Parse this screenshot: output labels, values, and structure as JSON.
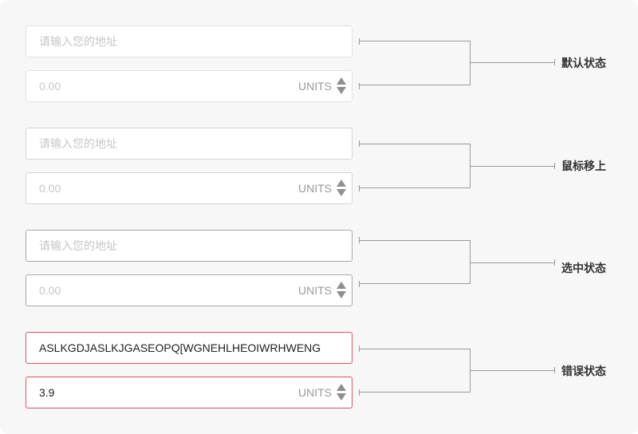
{
  "groups": [
    {
      "state_label": "默认状态",
      "text_field": {
        "placeholder": "请输入您的地址",
        "value": ""
      },
      "number_field": {
        "placeholder": "0.00",
        "value": "",
        "units": "UNITS"
      }
    },
    {
      "state_label": "鼠标移上",
      "text_field": {
        "placeholder": "请输入您的地址",
        "value": ""
      },
      "number_field": {
        "placeholder": "0.00",
        "value": "",
        "units": "UNITS"
      }
    },
    {
      "state_label": "选中状态",
      "text_field": {
        "placeholder": "请输入您的地址",
        "value": ""
      },
      "number_field": {
        "placeholder": "0.00",
        "value": "",
        "units": "UNITS"
      }
    },
    {
      "state_label": "错误状态",
      "text_field": {
        "placeholder": "",
        "value": "ASLKGDJASLKJGASEOPQ[WGNEHLHEOIWRHWENG"
      },
      "number_field": {
        "placeholder": "",
        "value": "3.9",
        "units": "UNITS"
      }
    }
  ],
  "icons": {
    "stepper": "up-down-arrows-icon"
  },
  "colors": {
    "error_border": "#d9546a",
    "focus_border": "#a8a8a8",
    "connector": "#9a9a9a"
  }
}
